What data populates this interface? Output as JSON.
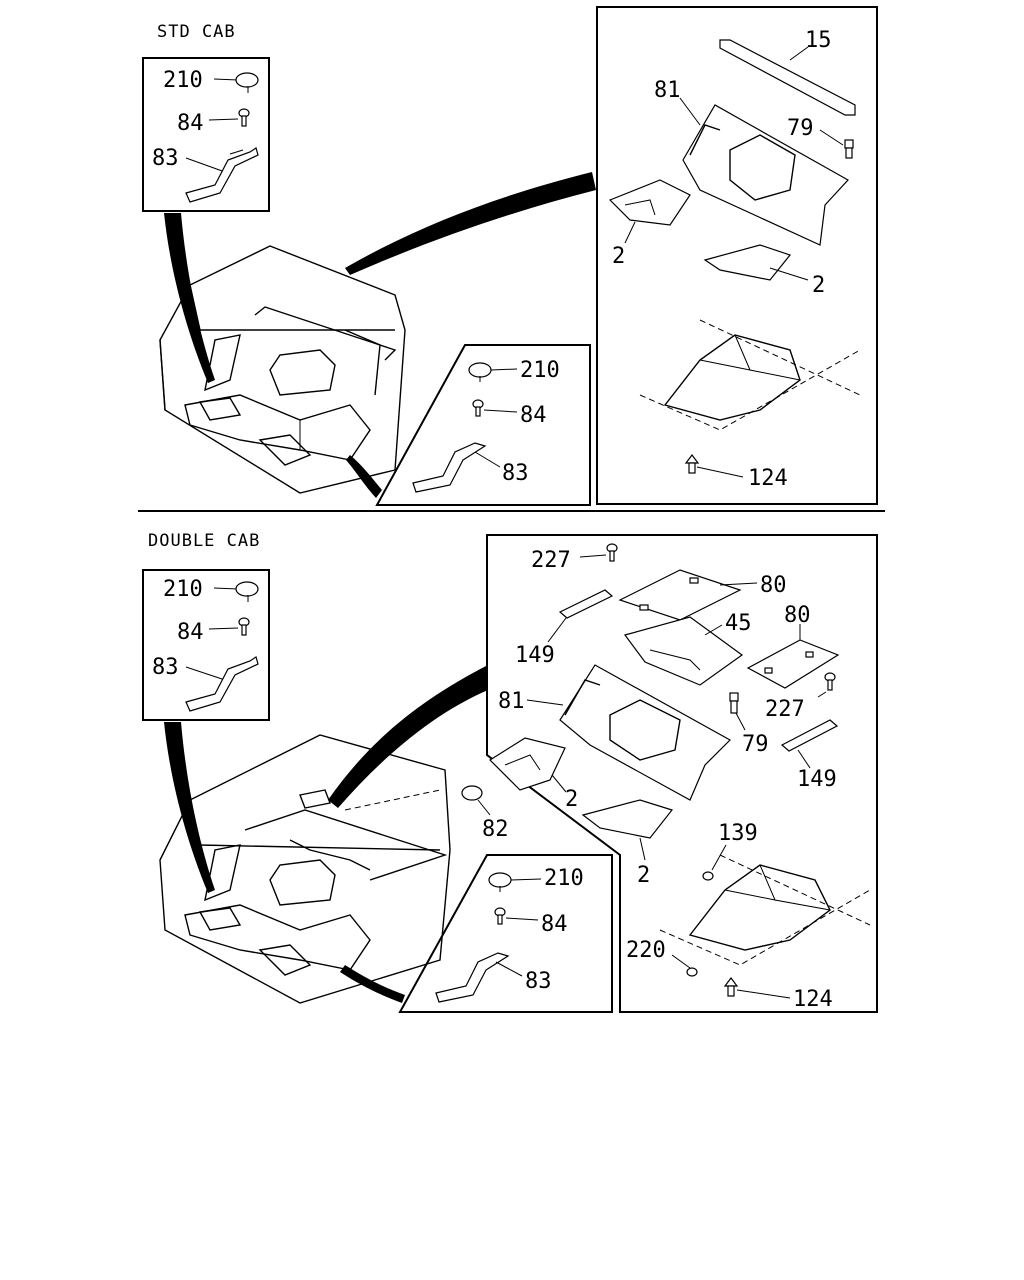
{
  "sections": {
    "std_cab": {
      "title": "STD CAB",
      "inset_labels": {
        "cap": "210",
        "screw": "84",
        "bracket": "83"
      },
      "lower_labels": {
        "cap": "210",
        "screw": "84",
        "bracket": "83"
      },
      "parts_labels": {
        "panel_15": "15",
        "cover_81": "81",
        "clip_79": "79",
        "pad_left_2": "2",
        "pad_right_2": "2",
        "fastener_124": "124"
      }
    },
    "double_cab": {
      "title": "DOUBLE CAB",
      "inset_labels": {
        "cap": "210",
        "screw": "84",
        "bracket": "83"
      },
      "lower_labels": {
        "cap": "210",
        "screw": "84",
        "bracket": "83"
      },
      "cab_label_82": "82",
      "parts_labels": {
        "bolt_top_227": "227",
        "panel_top_80": "80",
        "rail_left_149": "149",
        "panel_45": "45",
        "panel_right_80": "80",
        "bolt_right_227": "227",
        "cover_81": "81",
        "clip_79": "79",
        "rail_right_149": "149",
        "pad_left_2": "2",
        "pad_right_2": "2",
        "grommet_139": "139",
        "grommet_220": "220",
        "fastener_124": "124"
      }
    }
  }
}
